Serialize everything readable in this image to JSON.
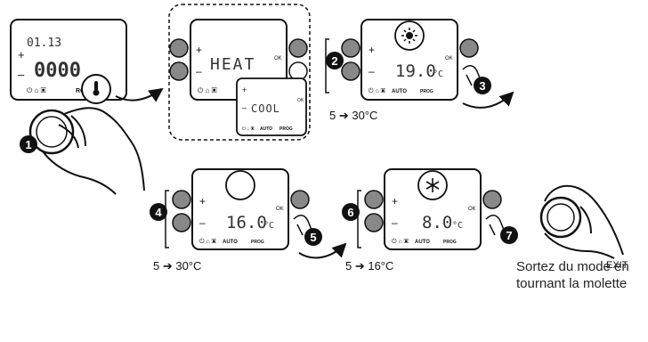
{
  "panel1": {
    "date": "01.13",
    "time": "0000",
    "prog": "ROG",
    "plus": "+",
    "minus": "–"
  },
  "panel2": {
    "heat": "HEAT",
    "cool": "COOL",
    "ok": "OK",
    "auto": "AUTO",
    "prog": "PROG"
  },
  "panel3": {
    "temp": "19.0",
    "unit": "°C",
    "ok": "OK",
    "auto": "AUTO",
    "prog": "PROG",
    "range": "5 ➔ 30°C"
  },
  "panel4": {
    "temp": "16.0",
    "unit": "°C",
    "ok": "OK",
    "auto": "AUTO",
    "prog": "PROG",
    "range": "5 ➔ 30°C"
  },
  "panel5": {
    "temp": "8.0",
    "unit": "°C",
    "ok": "OK",
    "auto": "AUTO",
    "prog": "PROG",
    "range": "5 ➔ 16°C"
  },
  "steps": [
    "1",
    "2",
    "3",
    "4",
    "5",
    "6",
    "7"
  ],
  "exit_label": "EXIT",
  "instruction": "Sortez du mode en tournant la molette",
  "icons": [
    "sun-icon",
    "moon-icon",
    "snowflake-icon",
    "thermometer-icon",
    "hand-icon",
    "knob-icon"
  ]
}
